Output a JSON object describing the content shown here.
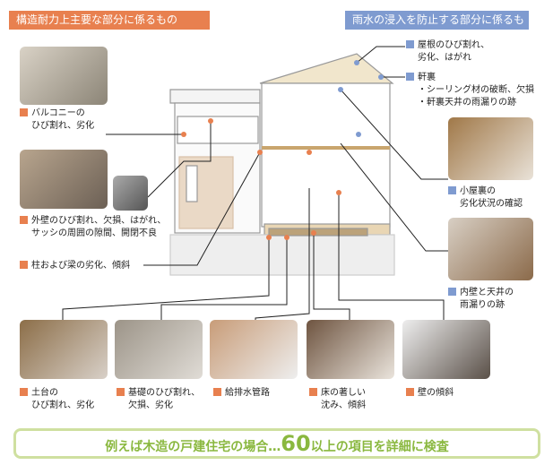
{
  "headers": {
    "structural": "構造耐力上主要な部分に係るもの",
    "rainwater": "雨水の浸入を防止する部分に係るもの"
  },
  "left_items": [
    {
      "lines": [
        "バルコニーの",
        "ひび割れ、劣化"
      ]
    },
    {
      "lines": [
        "外壁のひび割れ、欠損、はがれ、",
        "サッシの周囲の隙間、開閉不良"
      ]
    },
    {
      "lines": [
        "柱および梁の劣化、傾斜"
      ]
    }
  ],
  "right_items": [
    {
      "lines": [
        "屋根のひび割れ、",
        "劣化、はがれ"
      ]
    },
    {
      "lines": [
        "軒裏",
        "・シーリング材の破断、欠損",
        "・軒裏天井の雨漏りの跡"
      ]
    },
    {
      "lines": [
        "小屋裏の",
        "劣化状況の確認"
      ]
    },
    {
      "lines": [
        "内壁と天井の",
        "雨漏りの跡"
      ]
    }
  ],
  "bottom_items": [
    {
      "lines": [
        "土台の",
        "ひび割れ、劣化"
      ]
    },
    {
      "lines": [
        "基礎のひび割れ、",
        "欠損、劣化"
      ]
    },
    {
      "lines": [
        "給排水管路"
      ]
    },
    {
      "lines": [
        "床の著しい",
        "沈み、傾斜"
      ]
    },
    {
      "lines": [
        "壁の傾斜"
      ]
    }
  ],
  "banner": {
    "pre": "例えば木造の戸建住宅の場合…",
    "num": "60",
    "post": "以上の項目を詳細に検査"
  },
  "colors": {
    "orange": "#e8804f",
    "blue": "#7f9bd0",
    "green": "#8ab83f"
  }
}
